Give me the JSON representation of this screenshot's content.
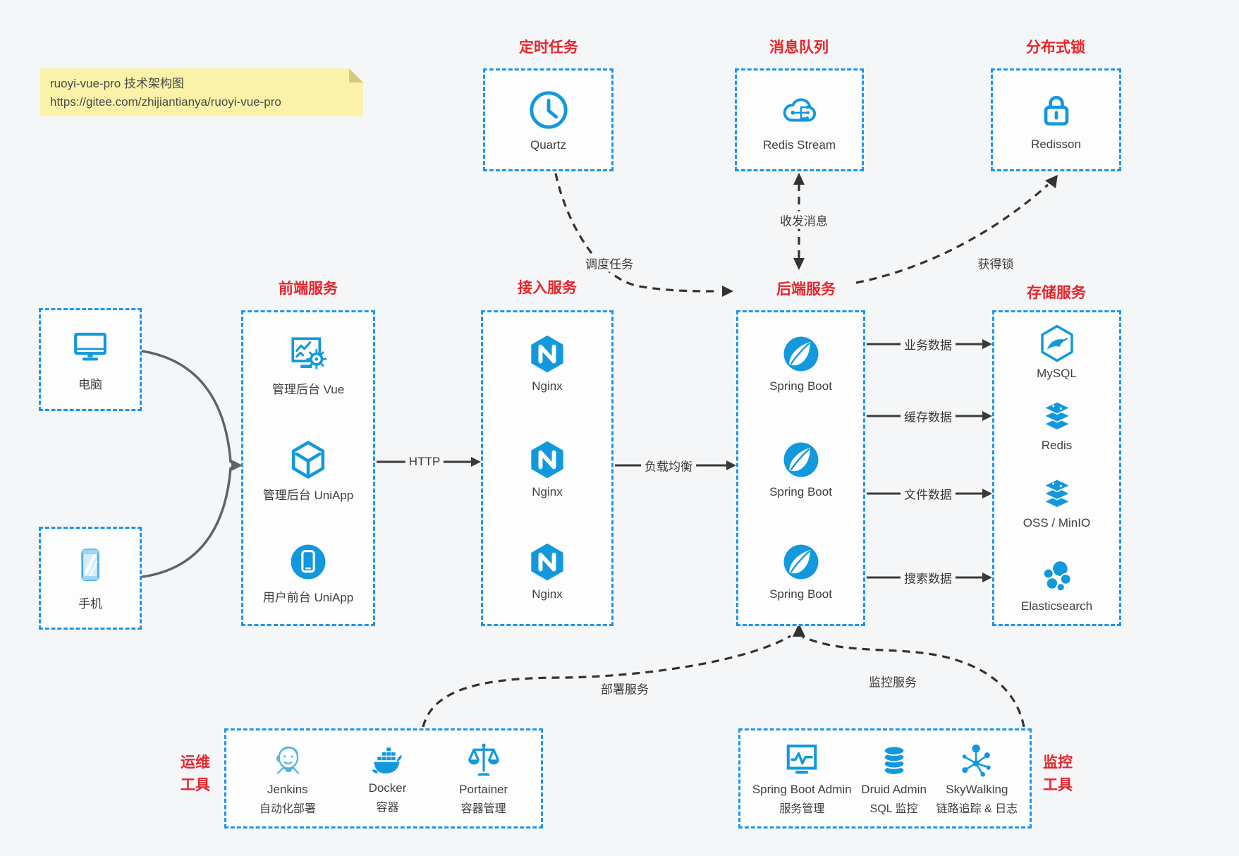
{
  "colors": {
    "accent_blue": "#1b95f0",
    "icon_blue": "#1298dd",
    "title_red": "#e8252b",
    "note_bg": "#f9f2a8"
  },
  "note": {
    "title": "ruoyi-vue-pro 技术架构图",
    "url": "https://gitee.com/zhijiantianya/ruoyi-vue-pro"
  },
  "top_groups": [
    {
      "title": "定时任务",
      "item": {
        "label": "Quartz",
        "icon": "clock-icon"
      }
    },
    {
      "title": "消息队列",
      "item": {
        "label": "Redis Stream",
        "icon": "cloud-mq-icon"
      }
    },
    {
      "title": "分布式锁",
      "item": {
        "label": "Redisson",
        "icon": "lock-icon"
      }
    }
  ],
  "clients": [
    {
      "label": "电脑",
      "icon": "desktop-icon"
    },
    {
      "label": "手机",
      "icon": "mobile-icon"
    }
  ],
  "columns": [
    {
      "title": "前端服务",
      "items": [
        {
          "label": "管理后台 Vue",
          "icon": "admin-vue-icon"
        },
        {
          "label": "管理后台 UniApp",
          "icon": "uniapp-cube-icon"
        },
        {
          "label": "用户前台 UniApp",
          "icon": "user-app-icon"
        }
      ]
    },
    {
      "title": "接入服务",
      "items": [
        {
          "label": "Nginx",
          "icon": "nginx-icon"
        },
        {
          "label": "Nginx",
          "icon": "nginx-icon"
        },
        {
          "label": "Nginx",
          "icon": "nginx-icon"
        }
      ]
    },
    {
      "title": "后端服务",
      "items": [
        {
          "label": "Spring Boot",
          "icon": "spring-boot-icon"
        },
        {
          "label": "Spring Boot",
          "icon": "spring-boot-icon"
        },
        {
          "label": "Spring Boot",
          "icon": "spring-boot-icon"
        }
      ]
    },
    {
      "title": "存储服务",
      "items": [
        {
          "label": "MySQL",
          "icon": "mysql-icon"
        },
        {
          "label": "Redis",
          "icon": "redis-stack-icon"
        },
        {
          "label": "OSS / MinIO",
          "icon": "oss-stack-icon"
        },
        {
          "label": "Elasticsearch",
          "icon": "elasticsearch-icon"
        }
      ]
    }
  ],
  "edges": {
    "http": "HTTP",
    "load_balance": "负载均衡",
    "schedule_task": "调度任务",
    "send_receive": "收发消息",
    "acquire_lock": "获得锁",
    "business_data": "业务数据",
    "cache_data": "缓存数据",
    "file_data": "文件数据",
    "search_data": "搜索数据",
    "deploy_service": "部署服务",
    "monitor_service": "监控服务"
  },
  "bottom_groups": [
    {
      "side_label": [
        "运维",
        "工具"
      ],
      "items": [
        {
          "name": "Jenkins",
          "desc": "自动化部署",
          "icon": "jenkins-icon"
        },
        {
          "name": "Docker",
          "desc": "容器",
          "icon": "docker-icon"
        },
        {
          "name": "Portainer",
          "desc": "容器管理",
          "icon": "portainer-icon"
        }
      ]
    },
    {
      "side_label": [
        "监控",
        "工具"
      ],
      "items": [
        {
          "name": "Spring Boot Admin",
          "desc": "服务管理",
          "icon": "spring-boot-admin-icon"
        },
        {
          "name": "Druid Admin",
          "desc": "SQL 监控",
          "icon": "druid-icon"
        },
        {
          "name": "SkyWalking",
          "desc": "链路追踪 & 日志",
          "icon": "skywalking-icon"
        }
      ]
    }
  ]
}
